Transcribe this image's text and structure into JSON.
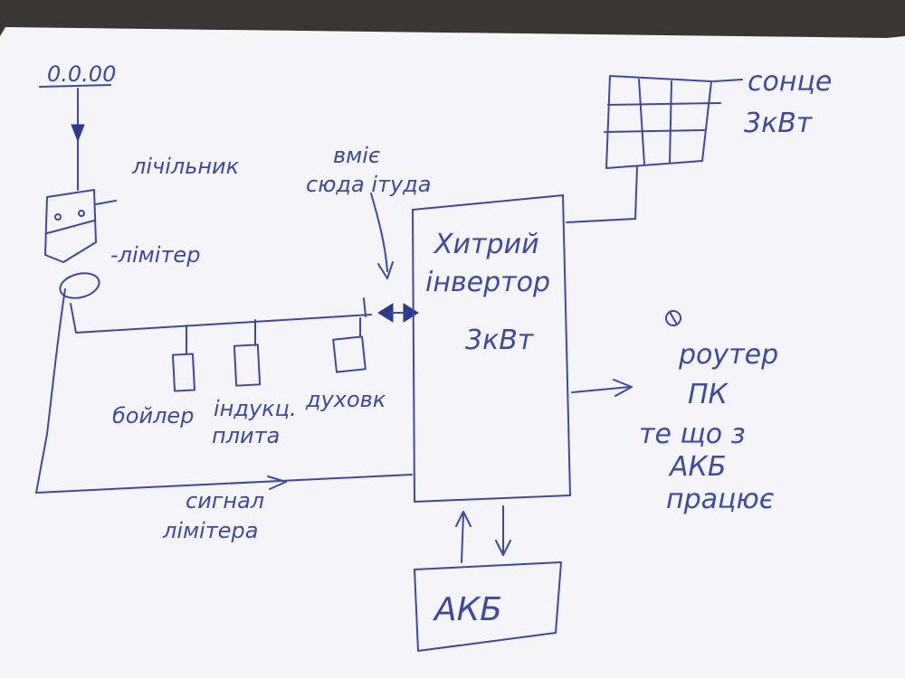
{
  "meter_top_label": "0.0.00",
  "labels": {
    "meter": "лічільник",
    "limiter": "-лімітер",
    "line_both_ways_1": "вміє",
    "line_both_ways_2": "сюда ітуда",
    "inverter_1": "Хитрий",
    "inverter_2": "інвертор",
    "inverter_3": "3кВт",
    "solar_1": "сонце",
    "solar_2": "3кВт",
    "boiler": "бойлер",
    "induction_1": "індукц.",
    "induction_2": "плита",
    "oven": "духовк",
    "limiter_signal_1": "сигнал",
    "limiter_signal_2": "лімітера",
    "battery": "АКБ",
    "backup_1": "роутер",
    "backup_2": "ПК",
    "backup_3": "те що з",
    "backup_4": "АКБ",
    "backup_5": "працює"
  },
  "colors": {
    "paper": "#f4f4f9",
    "ink": "#3d4a9e",
    "background": "#3a3633"
  }
}
